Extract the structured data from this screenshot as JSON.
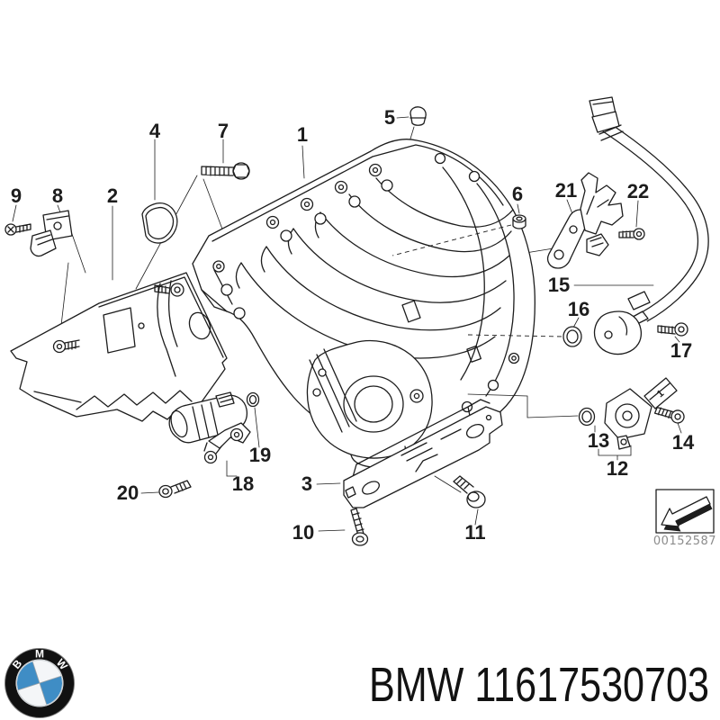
{
  "callouts": [
    {
      "label": "1"
    },
    {
      "label": "2"
    },
    {
      "label": "3"
    },
    {
      "label": "4"
    },
    {
      "label": "5"
    },
    {
      "label": "6"
    },
    {
      "label": "7"
    },
    {
      "label": "8"
    },
    {
      "label": "9"
    },
    {
      "label": "10"
    },
    {
      "label": "11"
    },
    {
      "label": "12"
    },
    {
      "label": "13"
    },
    {
      "label": "14"
    },
    {
      "label": "15"
    },
    {
      "label": "16"
    },
    {
      "label": "17"
    },
    {
      "label": "18"
    },
    {
      "label": "19"
    },
    {
      "label": "20"
    },
    {
      "label": "21"
    },
    {
      "label": "22"
    }
  ],
  "stamp": {
    "code": "00152587"
  },
  "sensor": {
    "plug_label": "1"
  },
  "footer": {
    "text": "BMW 11617530703"
  },
  "logo": {
    "letters": [
      "B",
      "M",
      "W"
    ]
  },
  "colors": {
    "line": "#1d1d1d",
    "background": "#ffffff",
    "bmw_blue": "#3f8dc5",
    "bmw_ring": "#111111",
    "stamp_code_text": "#8c8c8c",
    "footer_text": "#121212"
  }
}
